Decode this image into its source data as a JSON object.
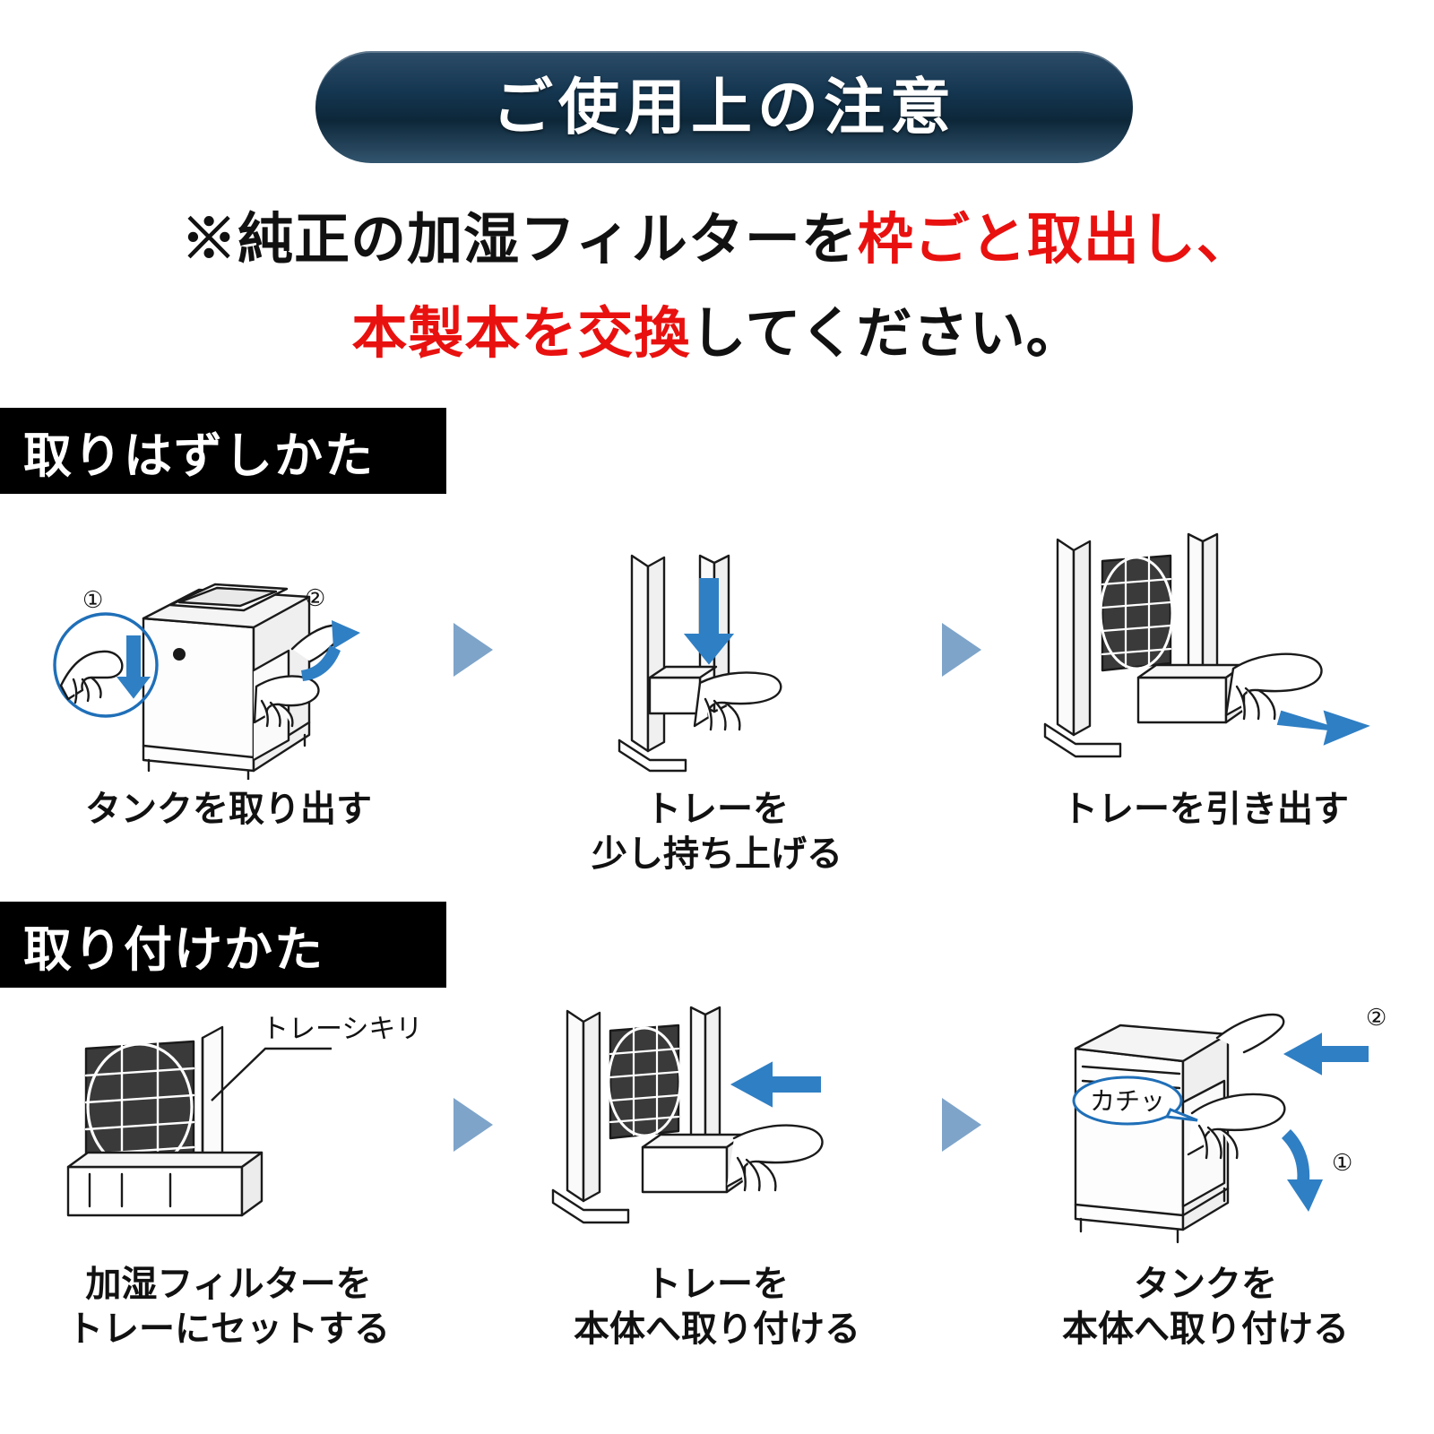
{
  "header": {
    "title": "ご使用上の注意"
  },
  "notice": {
    "line1_part1": "※純正の加湿フィルターを",
    "line1_part2_red": "枠ごと取出し、",
    "line2_part1_red": "本製本を交換",
    "line2_part2": "してください。"
  },
  "sections": [
    {
      "label": "取りはずしかた",
      "steps": [
        {
          "caption": "タンクを取り出す",
          "markers": [
            "①",
            "②"
          ]
        },
        {
          "caption": "トレーを\n少し持ち上げる",
          "markers": []
        },
        {
          "caption": "トレーを引き出す",
          "markers": []
        }
      ]
    },
    {
      "label": "取り付けかた",
      "steps": [
        {
          "caption": "加湿フィルターを\nトレーにセットする",
          "callout": "トレーシキリ",
          "markers": []
        },
        {
          "caption": "トレーを\n本体へ取り付ける",
          "markers": []
        },
        {
          "caption": "タンクを\n本体へ取り付ける",
          "callout": "カチッ",
          "markers": [
            "①",
            "②"
          ]
        }
      ]
    }
  ],
  "colors": {
    "header_dark": "#14354f",
    "accent_red": "#e8110f",
    "arrow_blue": "#2f7fc4",
    "sep_blue": "#7ea4c9",
    "line": "#1a1a1a"
  }
}
